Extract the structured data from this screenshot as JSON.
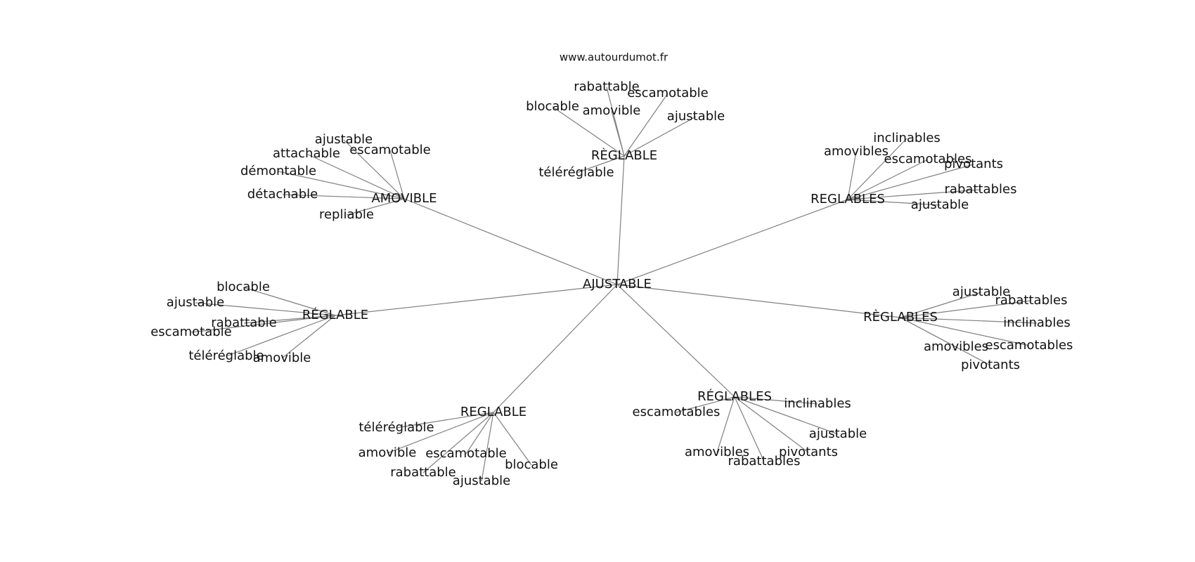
{
  "source_label": "www.autourdumot.fr",
  "center": "AJUSTABLE",
  "clusters": [
    {
      "hub": "RÈGLABLE",
      "leaves": [
        "rabattable",
        "escamotable",
        "blocable",
        "amovible",
        "ajustable",
        "téléréglable"
      ]
    },
    {
      "hub": "AMOVIBLE",
      "leaves": [
        "ajustable",
        "attachable",
        "escamotable",
        "démontable",
        "détachable",
        "repliable"
      ]
    },
    {
      "hub": "REGLABLES",
      "leaves": [
        "inclinables",
        "amovibles",
        "escamotables",
        "pivotants",
        "rabattables",
        "ajustable"
      ]
    },
    {
      "hub": "RÉGLABLE",
      "leaves": [
        "blocable",
        "ajustable",
        "rabattable",
        "escamotable",
        "téléréglable",
        "amovible"
      ]
    },
    {
      "hub": "RÈGLABLES",
      "leaves": [
        "ajustable",
        "rabattables",
        "inclinables",
        "amovibles",
        "escamotables",
        "pivotants"
      ]
    },
    {
      "hub": "REGLABLE",
      "leaves": [
        "téléréglable",
        "amovible",
        "escamotable",
        "rabattable",
        "ajustable",
        "blocable"
      ]
    },
    {
      "hub": "RÉGLABLES",
      "leaves": [
        "inclinables",
        "escamotables",
        "ajustable",
        "amovibles",
        "pivotants",
        "rabattables"
      ]
    }
  ],
  "colors": {
    "edge": "#808080",
    "text": "#111111",
    "background": "#ffffff"
  }
}
